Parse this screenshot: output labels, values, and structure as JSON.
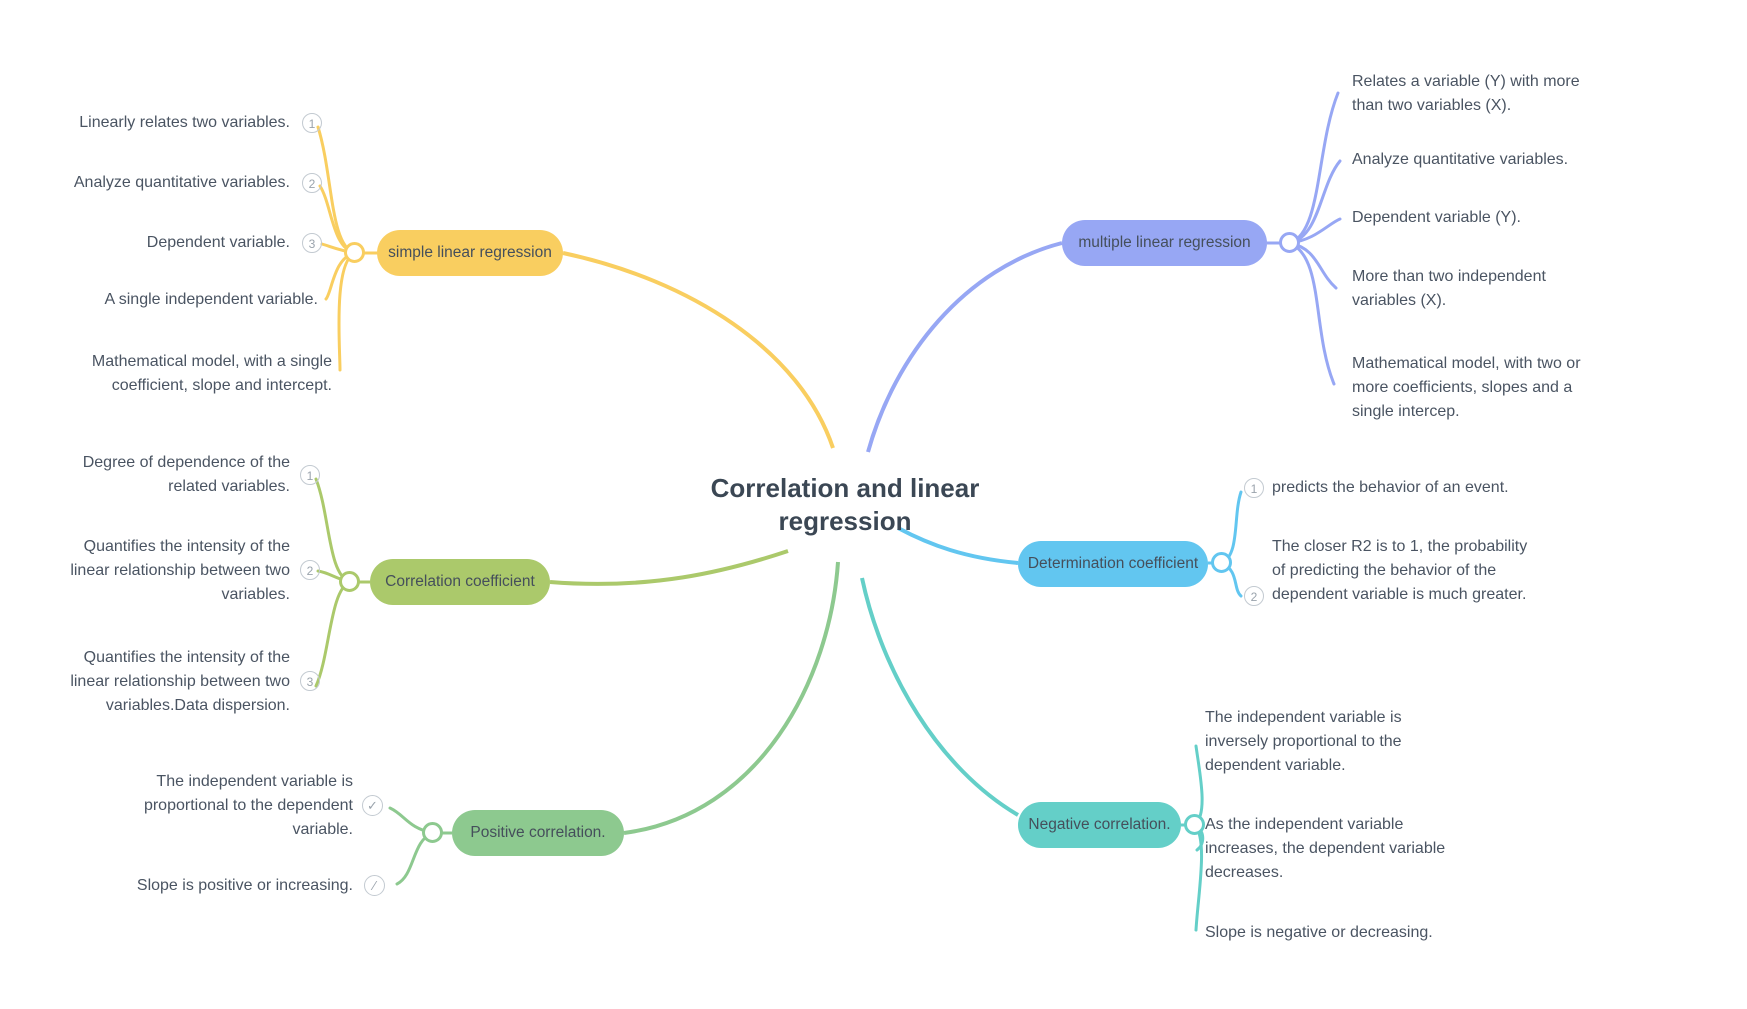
{
  "title": {
    "text": "Correlation and linear\nregression"
  },
  "colors": {
    "simple_linear_regression": "#F9CE60",
    "multiple_linear_regression": "#97A7F4",
    "correlation_coefficient": "#ABC96B",
    "determination_coefficient": "#62C6F0",
    "positive_correlation": "#8DC98F",
    "negative_correlation": "#64CFC8",
    "text": "#4A5462",
    "title_text": "#3B4754",
    "badge": "#9AA3AC"
  },
  "branches": {
    "simple_linear_regression": {
      "label": "simple linear regression",
      "items": [
        {
          "text": "Linearly relates two variables.",
          "badge": "1"
        },
        {
          "text": "Analyze quantitative variables.",
          "badge": "2"
        },
        {
          "text": "Dependent variable.",
          "badge": "3"
        },
        {
          "text": "A single independent variable."
        },
        {
          "text": "Mathematical model, with a single coefficient, slope and intercept."
        }
      ]
    },
    "multiple_linear_regression": {
      "label": "multiple linear regression",
      "items": [
        {
          "text": "Relates a variable (Y) with more than two variables (X)."
        },
        {
          "text": "Analyze quantitative variables."
        },
        {
          "text": "Dependent variable (Y)."
        },
        {
          "text": "More than two independent variables (X)."
        },
        {
          "text": "Mathematical model, with two or more coefficients, slopes and a single intercep."
        }
      ]
    },
    "correlation_coefficient": {
      "label": "Correlation coefficient",
      "items": [
        {
          "text": "Degree of dependence of the related variables.",
          "badge": "1"
        },
        {
          "text": "Quantifies the intensity of the linear relationship between two variables.",
          "badge": "2"
        },
        {
          "text": "Quantifies the intensity of the linear relationship between two variables.Data dispersion.",
          "badge": "3"
        }
      ]
    },
    "determination_coefficient": {
      "label": "Determination coefficient",
      "items": [
        {
          "text": "predicts the behavior of an event.",
          "badge": "1"
        },
        {
          "text": "The closer R2 is to 1, the probability\n of predicting the behavior of the dependent variable is much greater.",
          "badge": "2"
        }
      ]
    },
    "positive_correlation": {
      "label": "Positive correlation.",
      "items": [
        {
          "text": "The independent variable is proportional to the dependent variable.",
          "icon": "check-circle",
          "glyph": "✓"
        },
        {
          "text": "Slope is positive or increasing.",
          "icon": "slash-circle",
          "glyph": "∕"
        }
      ]
    },
    "negative_correlation": {
      "label": "Negative correlation.",
      "items": [
        {
          "text": "The independent variable is inversely proportional to the dependent variable."
        },
        {
          "text": "As the independent variable increases, the dependent variable decreases."
        },
        {
          "text": "Slope is negative or decreasing."
        }
      ]
    }
  }
}
